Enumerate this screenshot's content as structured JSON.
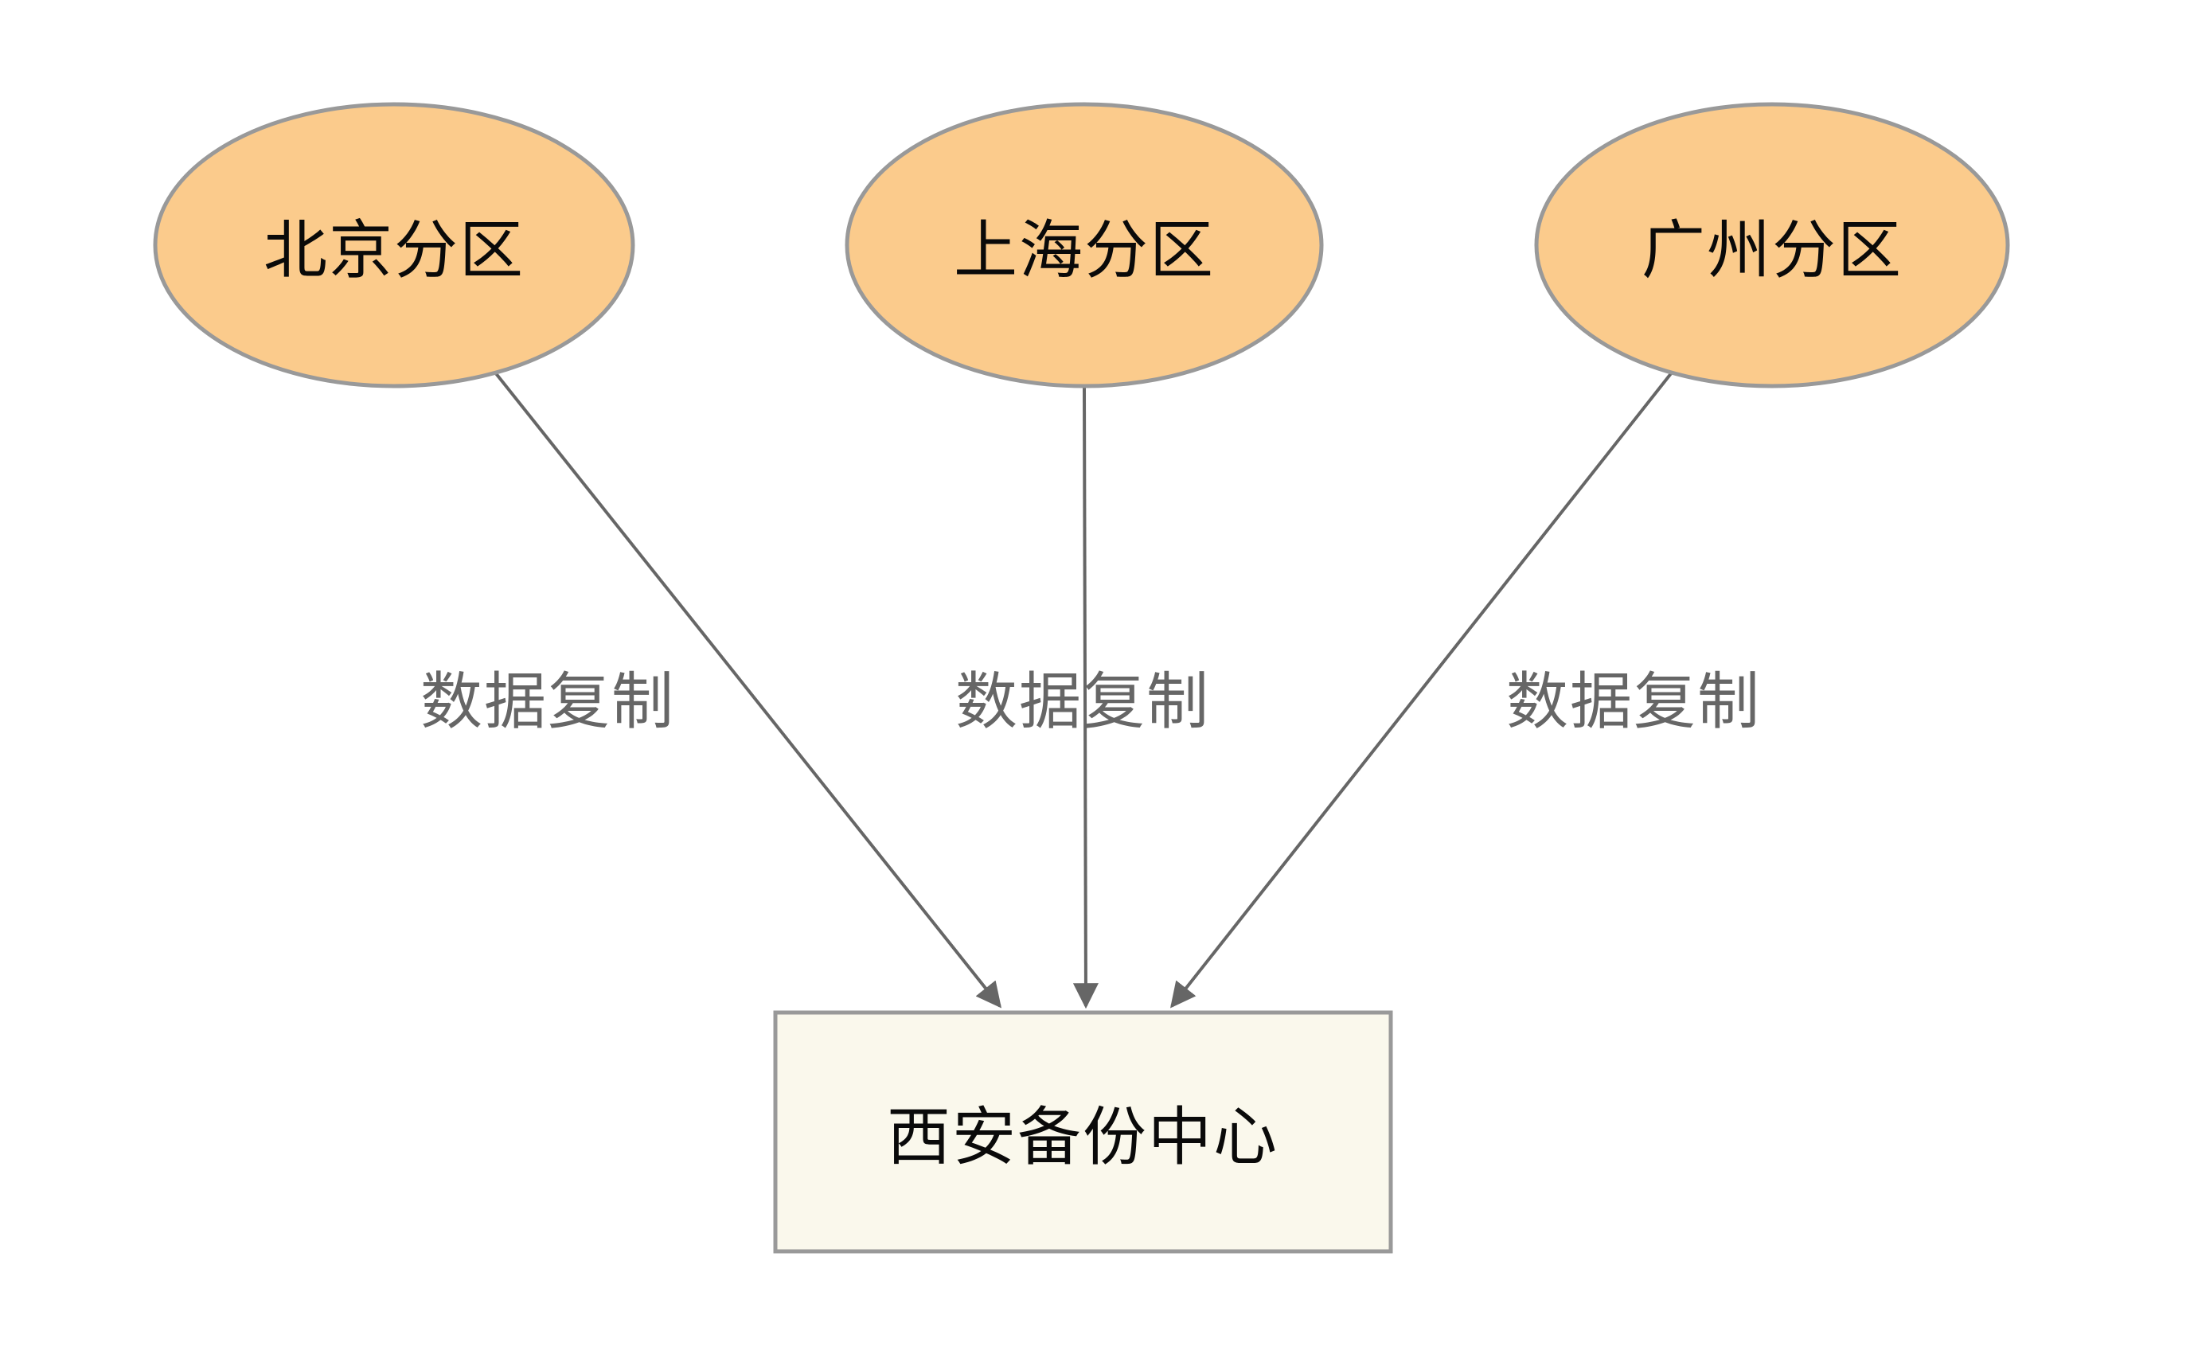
{
  "diagram": {
    "type": "topology-flow",
    "background": "#ffffff",
    "nodes": [
      {
        "id": "beijing",
        "label": "北京分区",
        "shape": "ellipse",
        "fill": "#FBCB8C",
        "stroke": "#999999"
      },
      {
        "id": "shanghai",
        "label": "上海分区",
        "shape": "ellipse",
        "fill": "#FBCB8C",
        "stroke": "#999999"
      },
      {
        "id": "guangzhou",
        "label": "广州分区",
        "shape": "ellipse",
        "fill": "#FBCB8C",
        "stroke": "#999999"
      },
      {
        "id": "xian",
        "label": "西安备份中心",
        "shape": "rectangle",
        "fill": "#FAF8EC",
        "stroke": "#999999"
      }
    ],
    "edges": [
      {
        "from": "北京分区",
        "to": "西安备份中心",
        "label": "数据复制",
        "color": "#666666"
      },
      {
        "from": "上海分区",
        "to": "西安备份中心",
        "label": "数据复制",
        "color": "#666666"
      },
      {
        "from": "广州分区",
        "to": "西安备份中心",
        "label": "数据复制",
        "color": "#666666"
      }
    ]
  }
}
